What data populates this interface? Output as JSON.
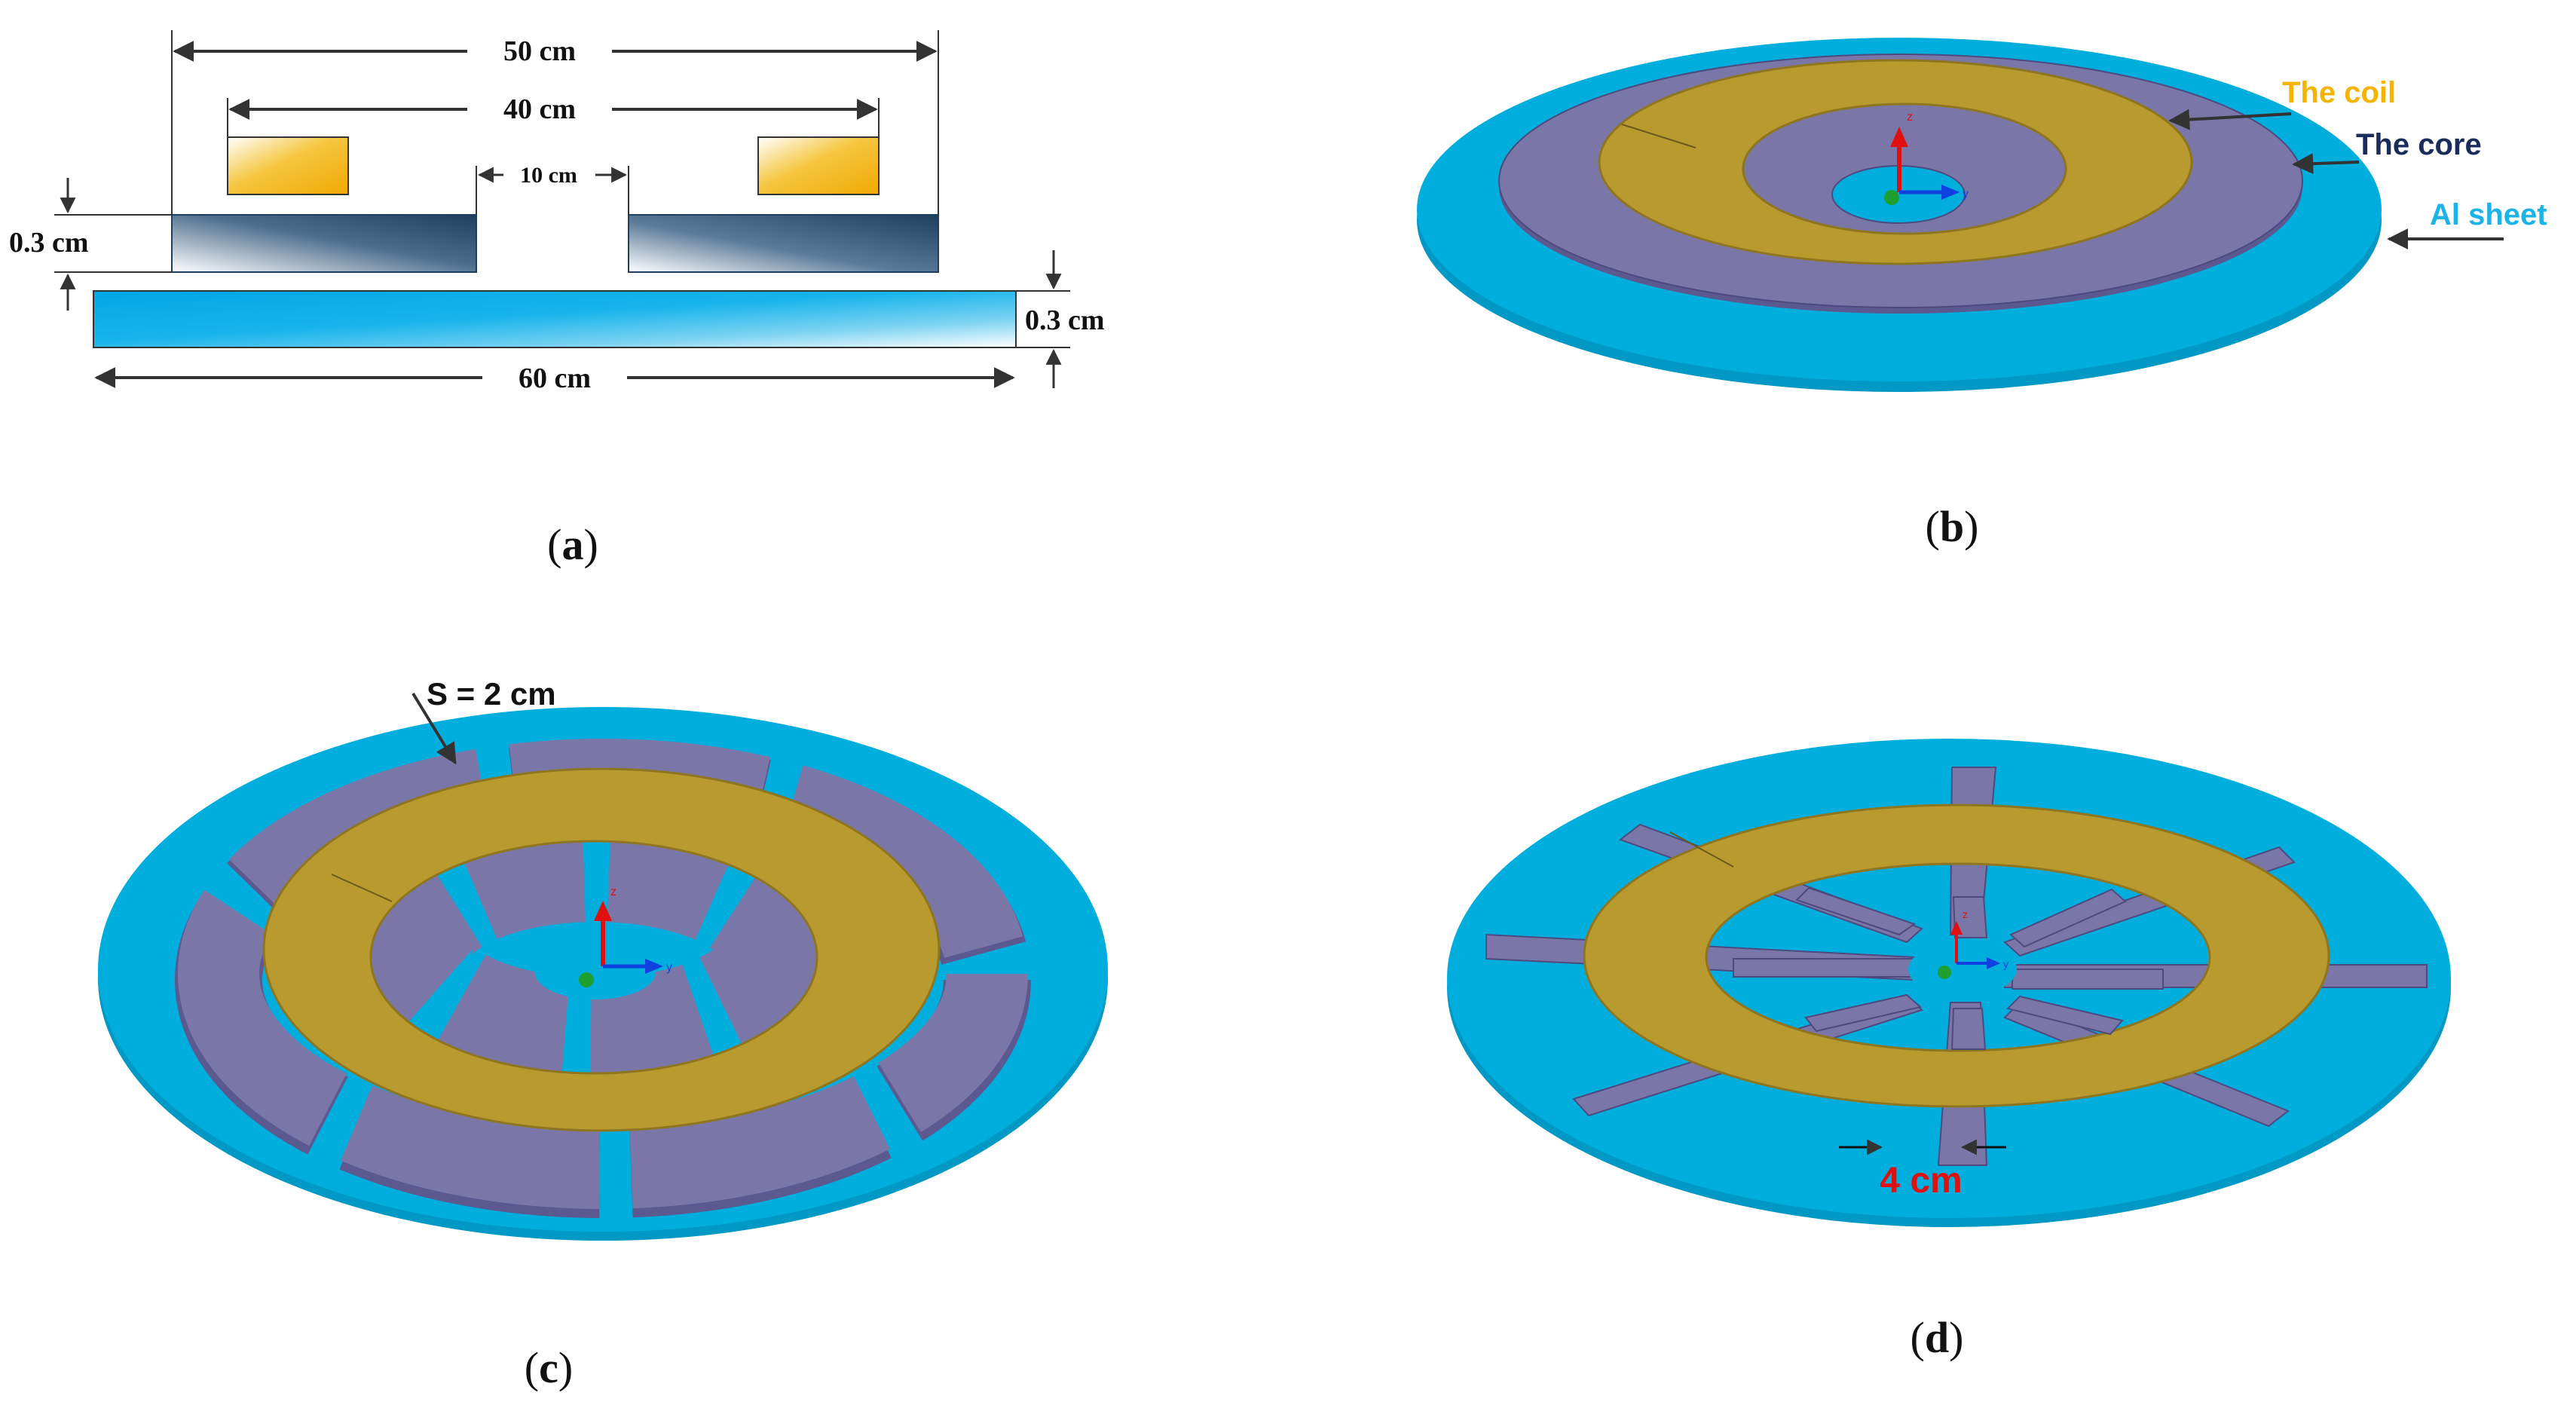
{
  "panel_a": {
    "dim_50": "50 cm",
    "dim_40": "40 cm",
    "dim_10": "10 cm",
    "dim_core_thickness": "0.3 cm",
    "dim_sheet_thickness": "0.3 cm",
    "dim_60": "60 cm",
    "caption_prefix": "(",
    "caption_letter": "a",
    "caption_suffix": ")"
  },
  "panel_b": {
    "label_coil": "The coil",
    "label_core": "The core",
    "label_sheet": "Al sheet",
    "caption_prefix": "(",
    "caption_letter": "b",
    "caption_suffix": ")"
  },
  "panel_c": {
    "label_spacing": "S = 2 cm",
    "caption_prefix": "(",
    "caption_letter": "c",
    "caption_suffix": ")"
  },
  "panel_d": {
    "label_width": "4 cm",
    "caption_prefix": "(",
    "caption_letter": "d",
    "caption_suffix": ")"
  },
  "axis_labels": {
    "z": "z",
    "y": "y"
  },
  "colors": {
    "sheet": "#00AEDD",
    "sheet_edge": "#0098C4",
    "core": "#7B76A8",
    "core_edge": "#5C5890",
    "coil": "#B89A2E",
    "coil_edge": "#8E7520",
    "coil_label": "#F5B400",
    "core_label": "#1A2C5B",
    "sheet_label": "#1CB3E8",
    "width_label": "#E01010",
    "dark": "#333333"
  }
}
